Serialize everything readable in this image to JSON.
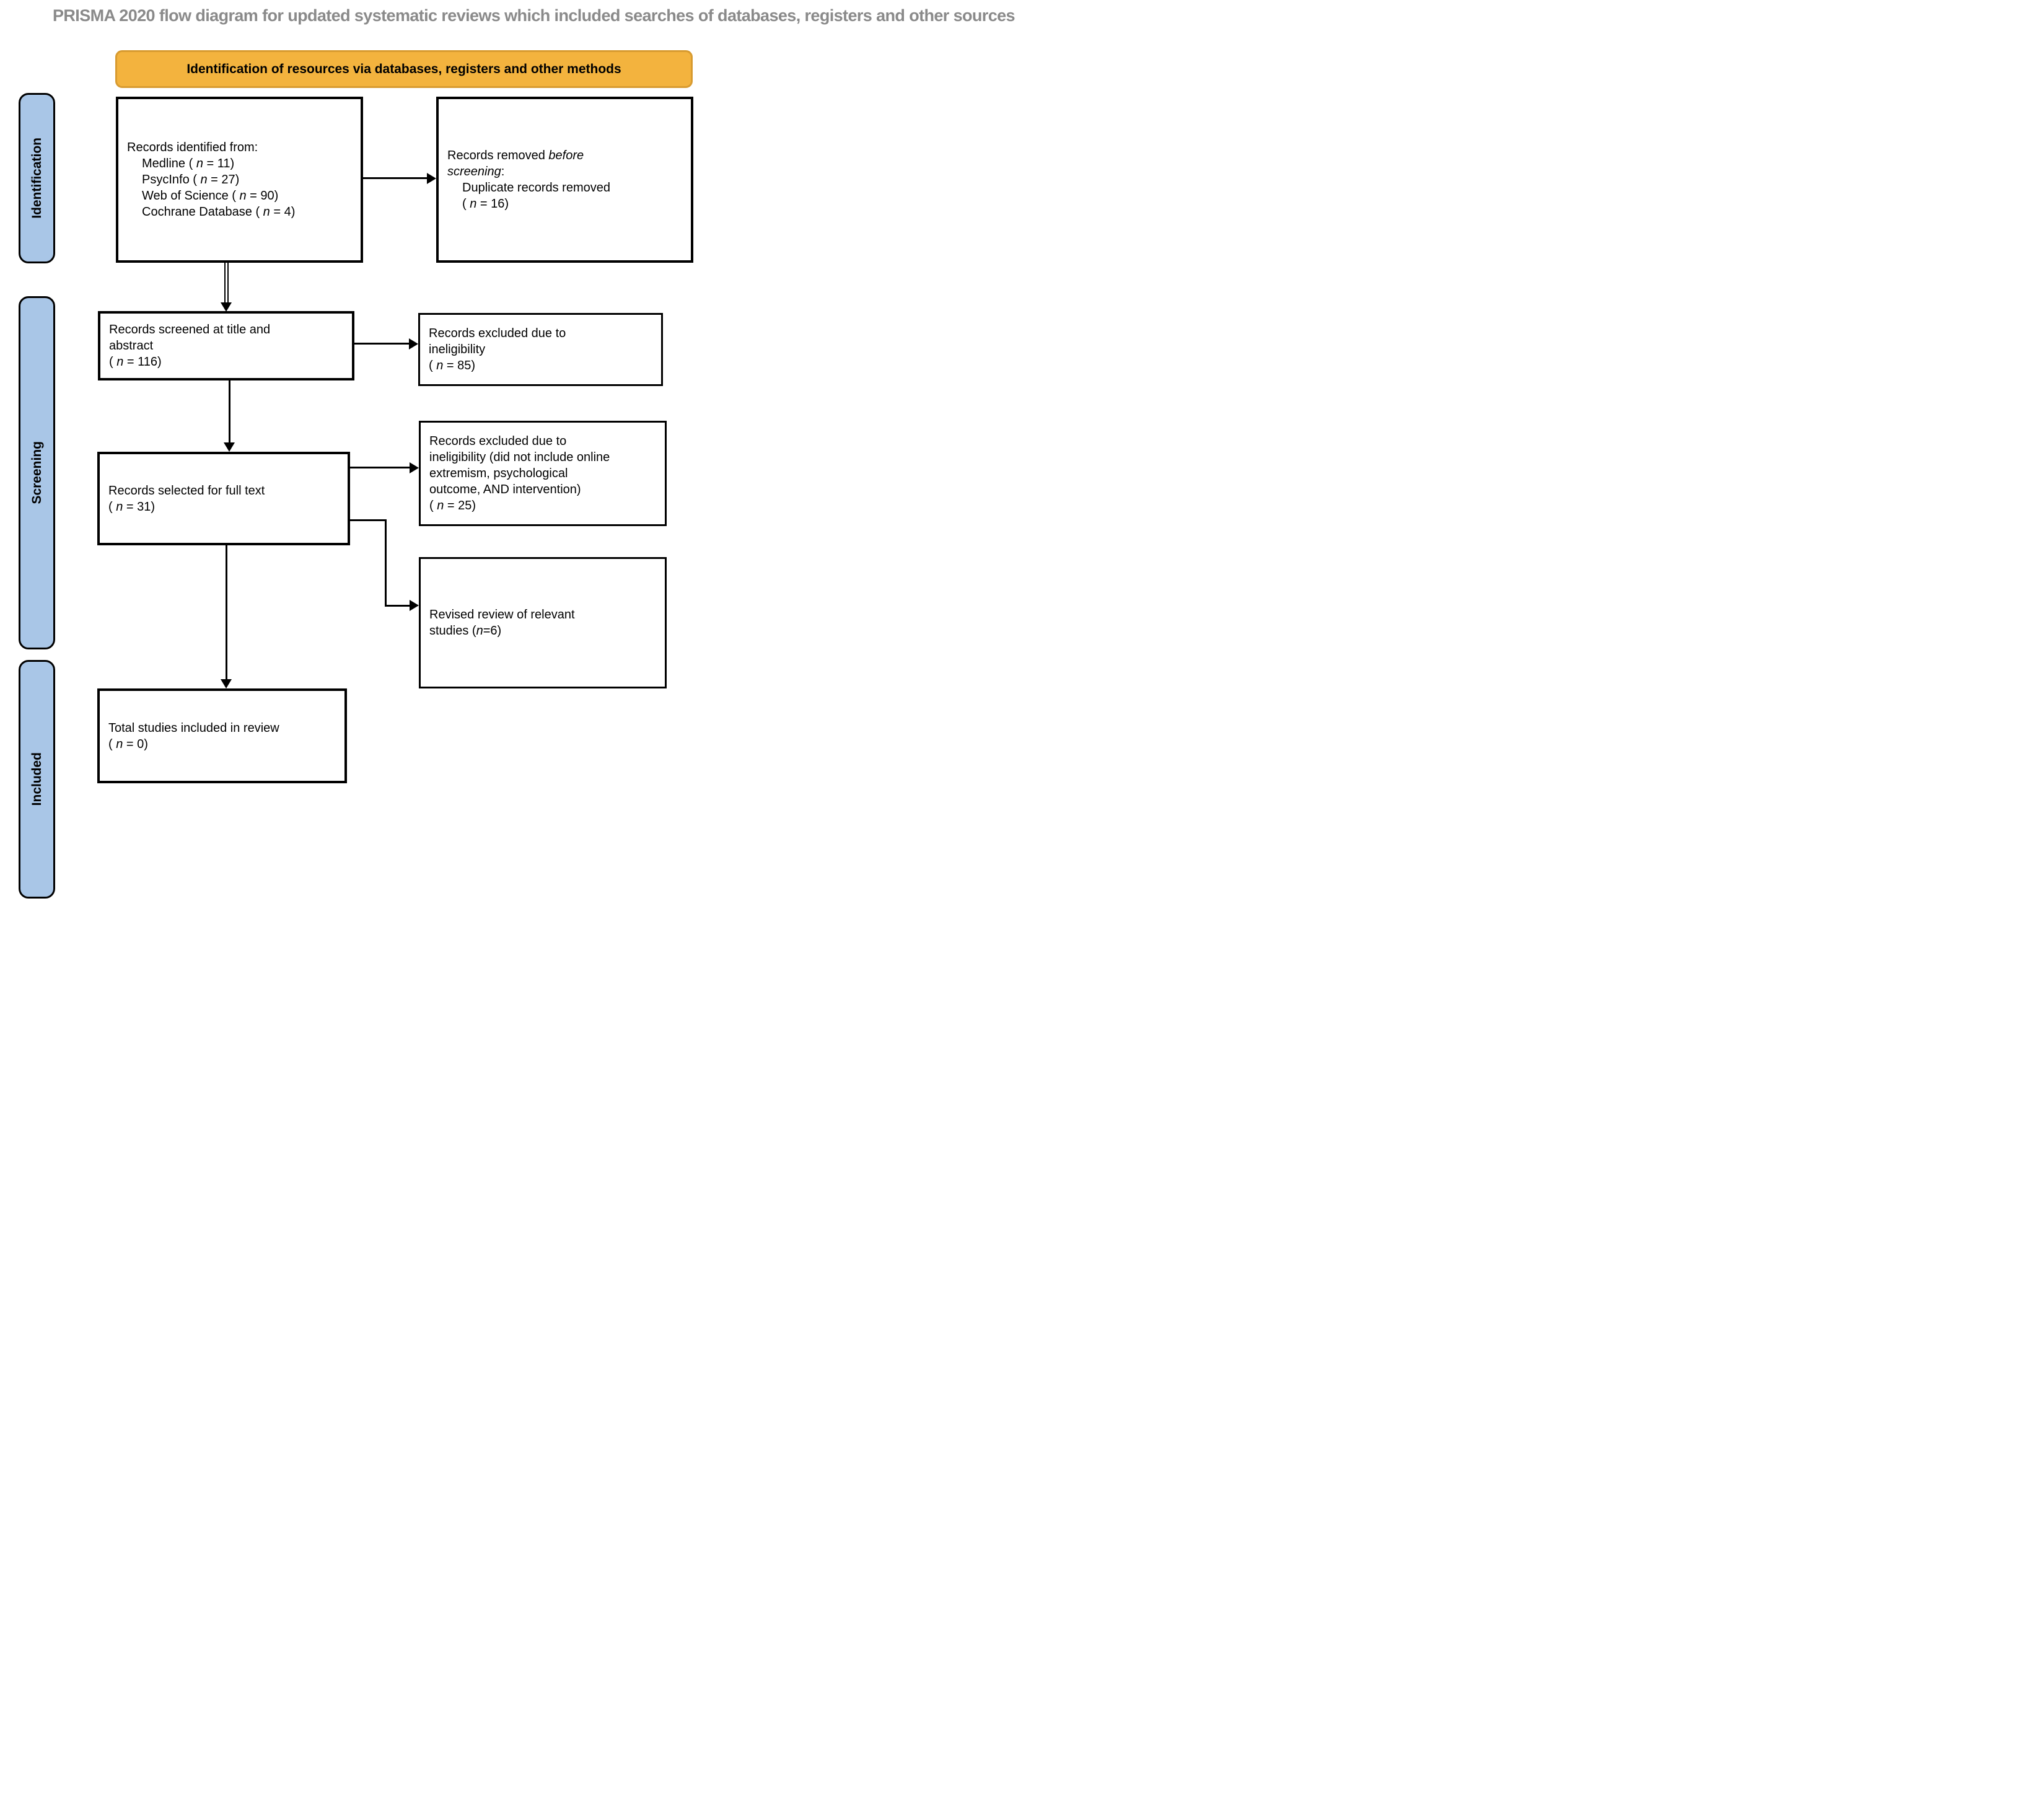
{
  "title": "PRISMA 2020 flow diagram for updated systematic reviews which included searches of databases, registers and other sources",
  "header": {
    "label": "Identification of resources via databases, registers and other methods"
  },
  "stages": {
    "identification": "Identification",
    "screening": "Screening",
    "included": "Included"
  },
  "colors": {
    "header_fill": "#F3B33E",
    "header_border": "#D89B30",
    "stage_fill": "#A9C6E7",
    "title_gray": "#8A8A8A",
    "box_border": "#000000"
  },
  "boxes": {
    "identified": {
      "heading": "Records identified from:",
      "items": [
        {
          "pre": "Medline ( ",
          "n": "n",
          "post": " = 11)"
        },
        {
          "pre": "PsycInfo ( ",
          "n": "n",
          "post": " = 27)"
        },
        {
          "pre": "Web of Science ( ",
          "n": "n",
          "post": " = 90)"
        },
        {
          "pre": "Cochrane Database ( ",
          "n": "n",
          "post": " = 4)"
        }
      ]
    },
    "removed": {
      "line1_pre": "Records removed ",
      "line1_it": "before",
      "line2_it": "screening",
      "line2_post": ":",
      "item_line": "Duplicate records removed",
      "count_pre": "( ",
      "count_n": "n",
      "count_post": " = 16)"
    },
    "screened": {
      "line1": "Records screened at title and",
      "line2": "abstract",
      "count_pre": "( ",
      "count_n": "n",
      "count_post": " = 116)"
    },
    "excluded1": {
      "line1": "Records excluded due to",
      "line2": "ineligibility",
      "count_pre": "( ",
      "count_n": "n",
      "count_post": " = 85)"
    },
    "fulltext": {
      "line1": "Records selected for full text",
      "count_pre": "( ",
      "count_n": "n",
      "count_post": " = 31)"
    },
    "excluded2": {
      "line1": "Records excluded due to",
      "line2": "ineligibility (did not include online",
      "line3": "extremism, psychological",
      "line4": "outcome, AND intervention)",
      "count_pre": "( ",
      "count_n": "n",
      "count_post": " = 25)"
    },
    "revised": {
      "line1": "Revised review of relevant",
      "line2_pre": "studies (",
      "line2_n": "n",
      "line2_post": "=6)"
    },
    "total": {
      "line1": "Total studies included in review",
      "count_pre": "( ",
      "count_n": "n",
      "count_post": " = 0)"
    }
  }
}
